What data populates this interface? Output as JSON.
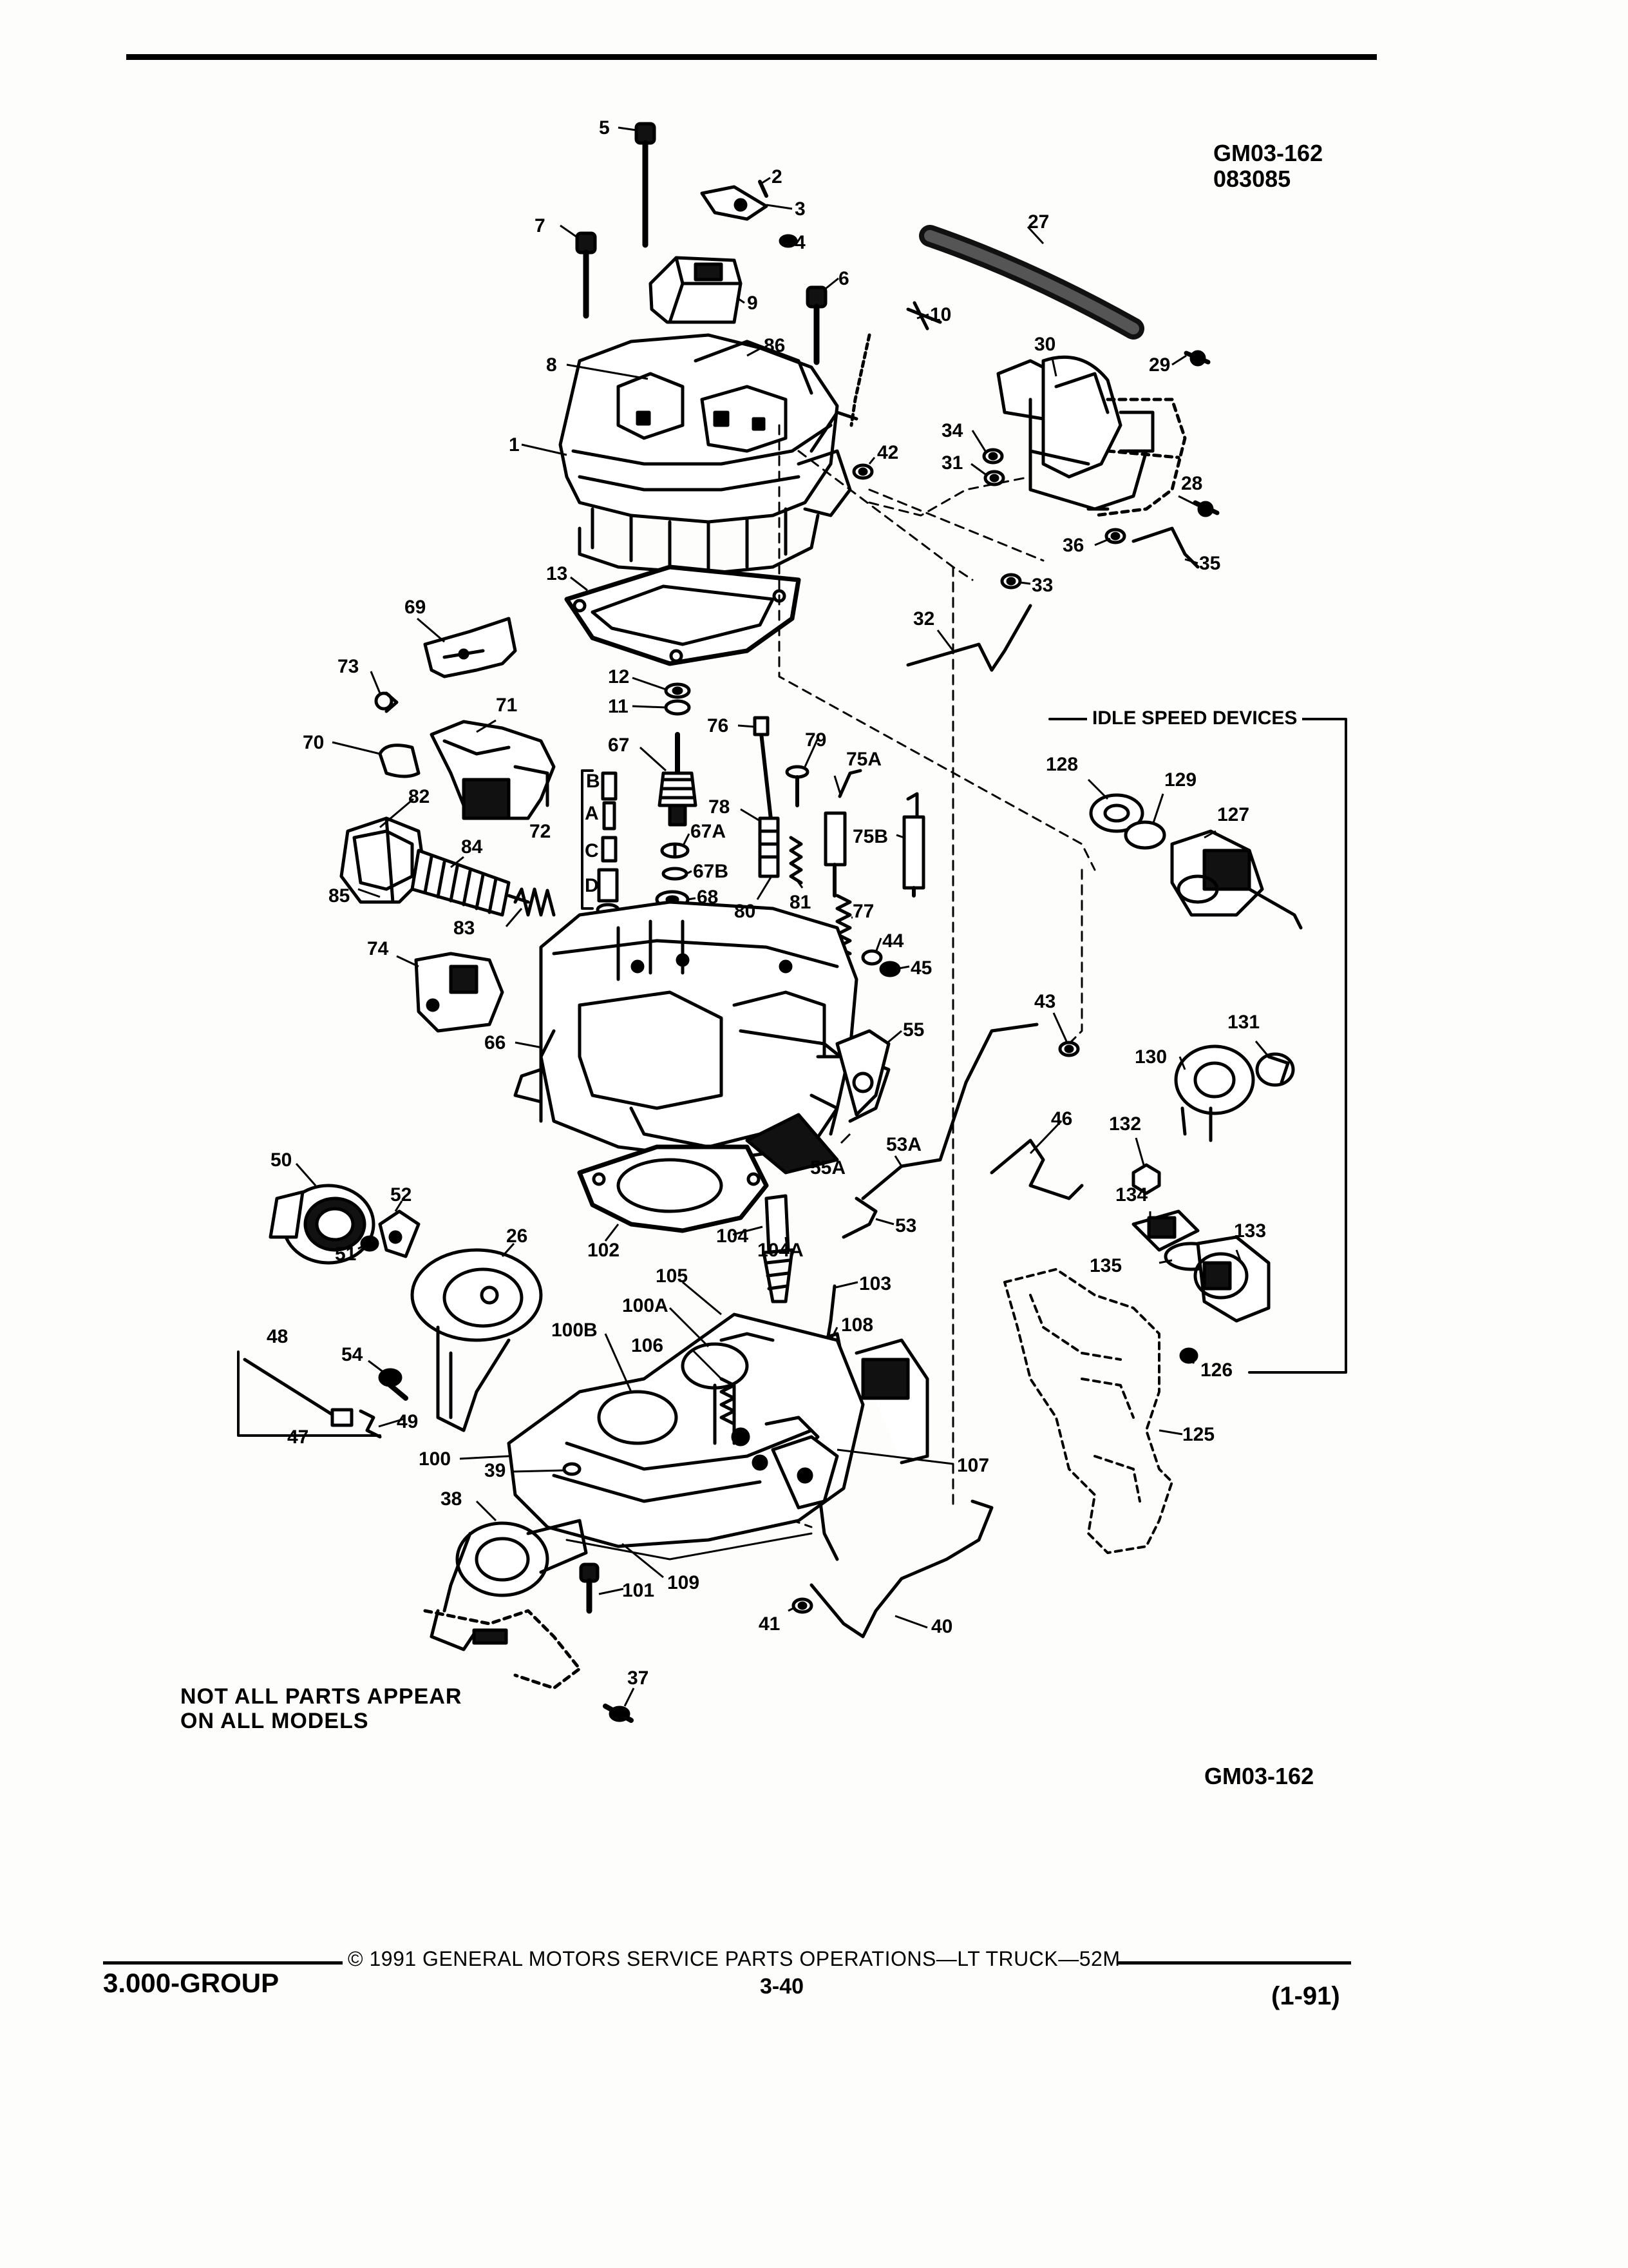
{
  "header": {
    "figure_code": "GM03-162",
    "figure_date": "083085"
  },
  "footer": {
    "figure_code": "GM03-162",
    "group": "3.000-GROUP",
    "copyright": "© 1991 GENERAL MOTORS SERVICE PARTS OPERATIONS—LT TRUCK—52M",
    "page": "3-40",
    "date": "(1-91)"
  },
  "notes": {
    "line1": "NOT ALL PARTS APPEAR",
    "line2": "ON ALL MODELS"
  },
  "groups": {
    "idle_speed_devices": "IDLE SPEED DEVICES"
  },
  "callouts": {
    "c1": "1",
    "c2": "2",
    "c3": "3",
    "c4": "4",
    "c5": "5",
    "c6": "6",
    "c7": "7",
    "c8": "8",
    "c9": "9",
    "c10": "10",
    "c11": "11",
    "c12": "12",
    "c13": "13",
    "c26": "26",
    "c27": "27",
    "c28": "28",
    "c29": "29",
    "c30": "30",
    "c31": "31",
    "c32": "32",
    "c33": "33",
    "c34": "34",
    "c35": "35",
    "c36": "36",
    "c37": "37",
    "c38": "38",
    "c39": "39",
    "c40": "40",
    "c41": "41",
    "c42": "42",
    "c43": "43",
    "c44": "44",
    "c45": "45",
    "c46": "46",
    "c47": "47",
    "c48": "48",
    "c49": "49",
    "c50": "50",
    "c51": "51",
    "c52": "52",
    "c53": "53",
    "c53a": "53A",
    "c54": "54",
    "c55": "55",
    "c55a": "55A",
    "c66": "66",
    "c67": "67",
    "c67a": "67A",
    "c67b": "67B",
    "c68": "68",
    "c69": "69",
    "c70": "70",
    "c71": "71",
    "c72": "72",
    "c73": "73",
    "c74": "74",
    "c75a": "75A",
    "c75b": "75B",
    "c76": "76",
    "c77": "77",
    "c78": "78",
    "c79": "79",
    "c80": "80",
    "c81": "81",
    "c82": "82",
    "c83": "83",
    "c84": "84",
    "c85": "85",
    "c86": "86",
    "c100": "100",
    "c100a": "100A",
    "c100b": "100B",
    "c101": "101",
    "c102": "102",
    "c103": "103",
    "c104": "104",
    "c104a": "104A",
    "c105": "105",
    "c106": "106",
    "c107": "107",
    "c108": "108",
    "c109": "109",
    "c125": "125",
    "c126": "126",
    "c127": "127",
    "c128": "128",
    "c129": "129",
    "c130": "130",
    "c131": "131",
    "c132": "132",
    "c133": "133",
    "c134": "134",
    "c135": "135",
    "jetA": "A",
    "jetB": "B",
    "jetC": "C",
    "jetD": "D"
  }
}
